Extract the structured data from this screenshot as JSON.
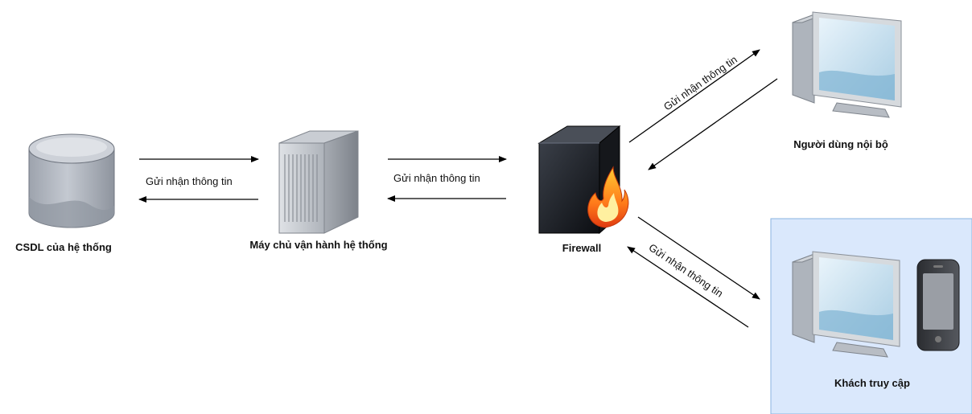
{
  "nodes": {
    "database": {
      "label": "CSDL của hệ thống",
      "icon": "database-icon"
    },
    "server": {
      "label": "Máy chủ vận hành hệ thống",
      "icon": "server-icon"
    },
    "firewall": {
      "label": "Firewall",
      "icon": "firewall-icon"
    },
    "internal_user": {
      "label": "Người dùng nội bộ",
      "icon": "desktop-computer-icon"
    },
    "guest": {
      "label": "Khách truy cập",
      "icons": [
        "desktop-computer-icon",
        "mobile-phone-icon"
      ]
    }
  },
  "edges": {
    "db_server": {
      "label": "Gửi nhận thông tin"
    },
    "server_firewall": {
      "label": "Gửi nhận thông tin"
    },
    "firewall_internal": {
      "label": "Gửi nhận thông tin"
    },
    "firewall_guest": {
      "label": "Gửi nhận thông tin"
    }
  },
  "colors": {
    "guest_box_fill": "#dae8fc",
    "guest_box_border": "#8ab3e0",
    "arrow": "#000000"
  }
}
